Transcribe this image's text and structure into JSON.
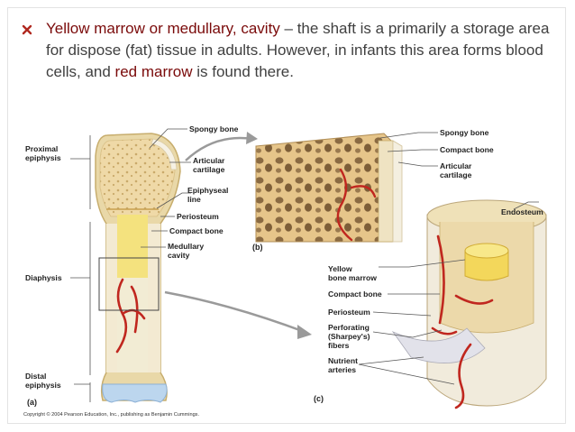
{
  "bullet": {
    "icon": "x-bullet-icon",
    "accent_color": "#b0281f",
    "term": "Yellow marrow or medullary, cavity",
    "text_1": " – the shaft is a primarily a storage area for dispose (fat) tissue in adults. However, in infants this area forms blood cells, and ",
    "term_2": "red marrow",
    "text_2": " is found there."
  },
  "figure": {
    "panel_a": {
      "letter": "(a)",
      "regions": {
        "proximal_1": "Proximal",
        "proximal_2": "epiphysis",
        "diaphysis": "Diaphysis",
        "distal_1": "Distal",
        "distal_2": "epiphysis"
      },
      "labels": {
        "spongy": "Spongy bone",
        "articular_1": "Articular",
        "articular_2": "cartilage",
        "epiphyseal_1": "Epiphyseal",
        "epiphyseal_2": "line",
        "periosteum": "Periosteum",
        "compact": "Compact bone",
        "medullary_1": "Medullary",
        "medullary_2": "cavity"
      }
    },
    "panel_b": {
      "letter": "(b)",
      "labels": {
        "spongy": "Spongy bone",
        "compact": "Compact bone",
        "articular_1": "Articular",
        "articular_2": "cartilage"
      }
    },
    "panel_c": {
      "letter": "(c)",
      "labels": {
        "endosteum": "Endosteum",
        "yellow_1": "Yellow",
        "yellow_2": "bone marrow",
        "compact": "Compact bone",
        "periosteum": "Periosteum",
        "perforating_1": "Perforating",
        "perforating_2": "(Sharpey's)",
        "perforating_3": "fibers",
        "nutrient_1": "Nutrient",
        "nutrient_2": "arteries"
      }
    },
    "copyright": "Copyright © 2004 Pearson Education, Inc., publishing as Benjamin Cummings."
  }
}
